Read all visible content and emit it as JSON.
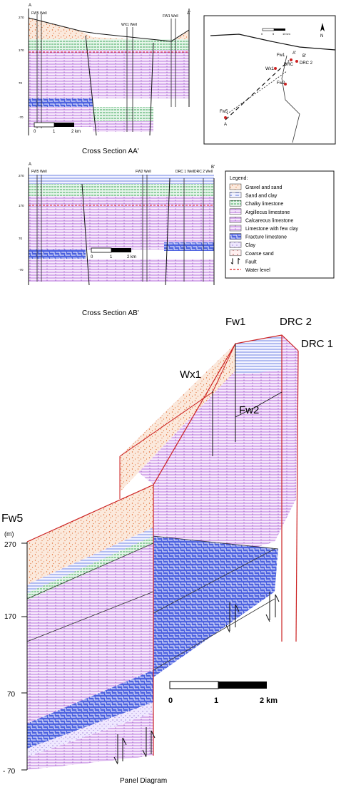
{
  "cross_section_aa": {
    "title": "Cross Section AA'",
    "end_a": "A",
    "end_b": "A'",
    "wells": [
      "FW5 Well",
      "WX1 Well",
      "FW1 Well"
    ],
    "elevations": [
      "270",
      "170",
      "70",
      "-70"
    ],
    "scale": {
      "ticks": [
        "0",
        "1",
        "2 km"
      ]
    }
  },
  "map": {
    "labels": [
      "Fw1",
      "Wx1",
      "DRC",
      "DRC 2",
      "Fw2",
      "Fw5"
    ],
    "point_a": "A",
    "point_a2": "A'",
    "point_b": "B'",
    "scale_ticks": [
      "0",
      "5",
      "10 km"
    ],
    "north": "N"
  },
  "cross_section_ab": {
    "title": "Cross Section AB'",
    "end_a": "A",
    "end_b": "B'",
    "wells": [
      "FW5 Well",
      "FW2 Well",
      "DRC 1 Well",
      "DRC 2 Well"
    ],
    "elevations": [
      "270",
      "170",
      "70",
      "-70"
    ],
    "scale": {
      "ticks": [
        "0",
        "1",
        "2 km"
      ]
    }
  },
  "legend": {
    "heading": "Legend:",
    "items": [
      {
        "label": "Gravel and sand",
        "color": "#e8733a"
      },
      {
        "label": "Sand and clay",
        "color": "#3355cc"
      },
      {
        "label": "Chalky limestone",
        "color": "#2a9d4a"
      },
      {
        "label": "Argillecus limestone",
        "color": "#777777"
      },
      {
        "label": "Calcareous limestone",
        "color": "#b04fc8"
      },
      {
        "label": "Limestone with few clay",
        "color": "#9933cc"
      },
      {
        "label": "Fracture limestone",
        "color": "#3344dd"
      },
      {
        "label": "Clay",
        "color": "#8866cc"
      },
      {
        "label": "Coarse sand",
        "color": "#d9a0a0"
      },
      {
        "label": "Fault",
        "color": "#000000"
      },
      {
        "label": "Water level",
        "color": "#dd2222"
      }
    ]
  },
  "panel": {
    "title": "Panel Diagram",
    "wells": [
      "Fw5",
      "Wx1",
      "Fw1",
      "DRC 2",
      "DRC 1",
      "Fw2"
    ],
    "unit": "(m)",
    "elevations": [
      "270",
      "170",
      "70",
      "- 70"
    ],
    "scale_ticks": [
      "0",
      "1",
      "2 km"
    ]
  }
}
